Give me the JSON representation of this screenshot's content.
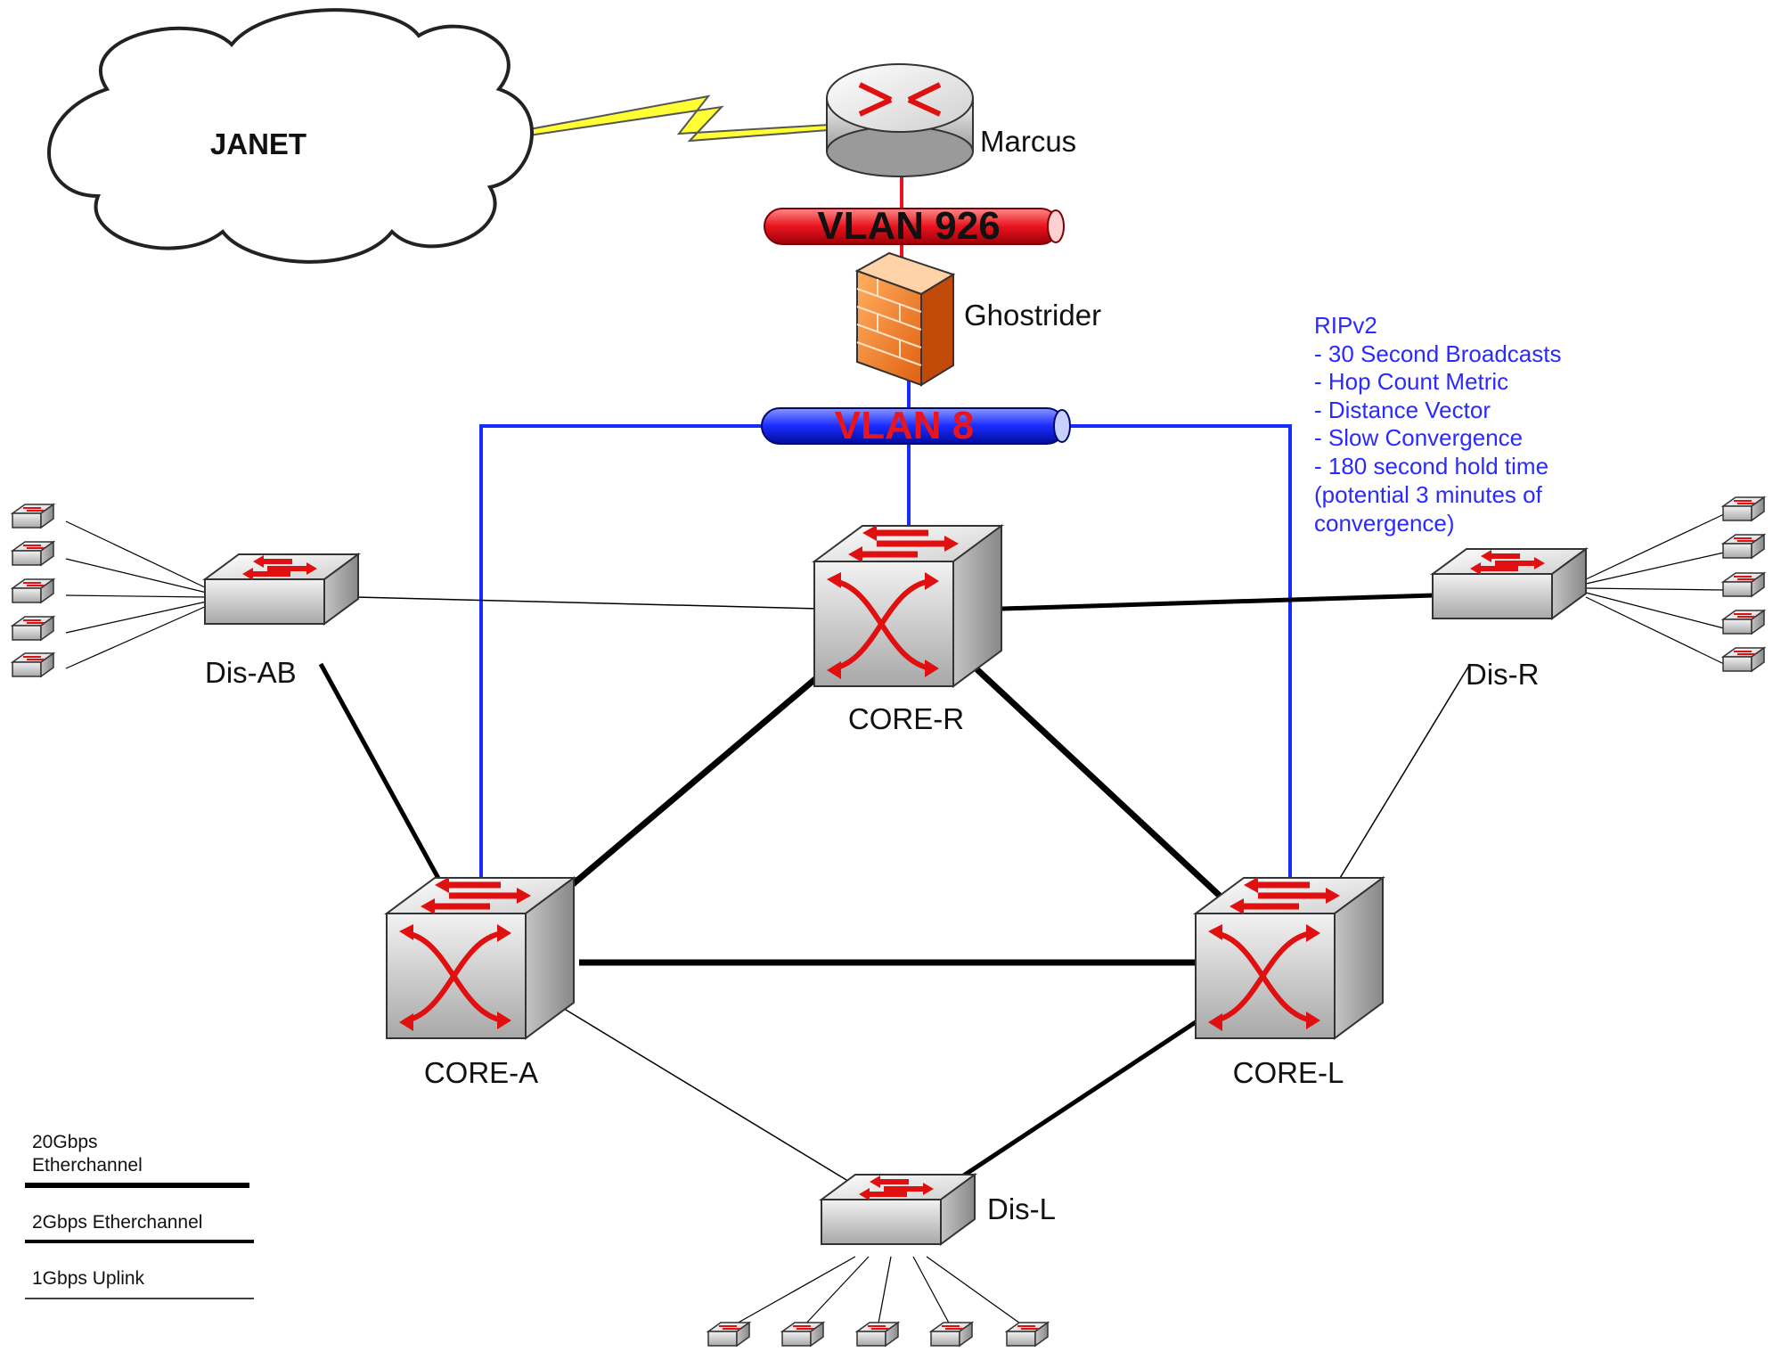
{
  "cloud": {
    "label": "JANET"
  },
  "devices": {
    "router": {
      "label": "Marcus"
    },
    "firewall": {
      "label": "Ghostrider"
    },
    "core_r": {
      "label": "CORE-R"
    },
    "core_a": {
      "label": "CORE-A"
    },
    "core_l": {
      "label": "CORE-L"
    },
    "dis_ab": {
      "label": "Dis-AB"
    },
    "dis_r": {
      "label": "Dis-R"
    },
    "dis_l": {
      "label": "Dis-L"
    }
  },
  "vlans": {
    "vlan926": {
      "label": "VLAN 926",
      "color": "#e8141e"
    },
    "vlan8": {
      "label": "VLAN 8",
      "color": "#1a2bff"
    }
  },
  "protocol_note": {
    "lines": [
      "RIPv2",
      "- 30 Second Broadcasts",
      "- Hop Count Metric",
      "- Distance Vector",
      "- Slow Convergence",
      "- 180 second hold time",
      "(potential 3 minutes of",
      "convergence)"
    ]
  },
  "legend": {
    "items": [
      {
        "label_line1": "20Gbps",
        "label_line2": "Etherchannel"
      },
      {
        "label_line1": "2Gbps Etherchannel",
        "label_line2": ""
      },
      {
        "label_line1": "1Gbps Uplink",
        "label_line2": ""
      }
    ]
  },
  "colors": {
    "switch_arrow": "#e01010",
    "link_thick": "#000000",
    "vlan8_line": "#1a2bff",
    "vlan926_line": "#e8141e",
    "wan_bolt": "#ffff33",
    "note_text": "#2a2aff"
  }
}
